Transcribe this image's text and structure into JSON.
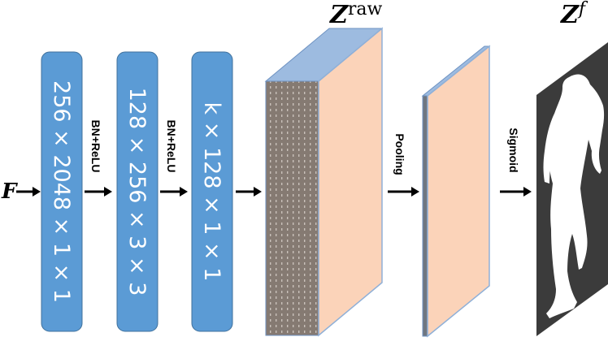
{
  "input": {
    "symbol": "F"
  },
  "layers": [
    {
      "label": "256 × 2048 × 1 × 1"
    },
    {
      "label": "128 × 256 × 3 × 3"
    },
    {
      "label": "k × 128 × 1 × 1"
    }
  ],
  "ops": {
    "op1": "BN+ReLU",
    "op2": "BN+ReLU",
    "op3": "Pooling",
    "op4": "Sigmoid"
  },
  "outputs": {
    "zraw": {
      "base": "Z",
      "sup": "raw"
    },
    "zf": {
      "base": "Z",
      "sup": "f"
    }
  },
  "colors": {
    "box_fill": "#5b9bd5",
    "box_stroke": "#41719c",
    "slab_front": "#fbd3b9",
    "slab_side": "#8a7f77",
    "slab_edge": "#9dbbe0",
    "mask_bg": "#3b3b3b",
    "mask_fg": "#ffffff"
  }
}
